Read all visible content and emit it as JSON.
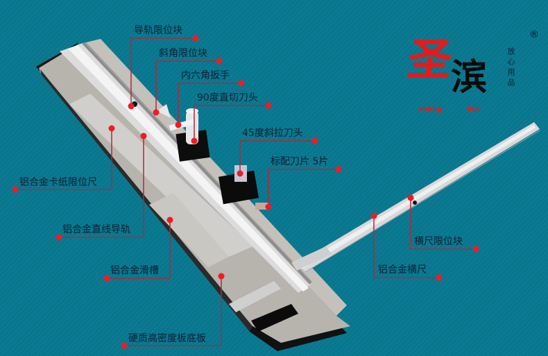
{
  "brand": {
    "name_char_1": "圣",
    "name_char_2": "滨",
    "pinyin_1": "sheng",
    "pinyin_2": "bin",
    "registered_mark": "®",
    "slogan_vertical": "放心用品",
    "colors": {
      "red": "#e8191a",
      "black": "#0a0a0a"
    }
  },
  "background": {
    "color": "#0a7b93"
  },
  "callouts": [
    {
      "id": "rail-stop-block",
      "label": "导轨限位块"
    },
    {
      "id": "bevel-stop-block",
      "label": "斜角限位块"
    },
    {
      "id": "hex-wrench",
      "label": "内六角扳手"
    },
    {
      "id": "straight-cutter-head",
      "label": "90度直切刀头"
    },
    {
      "id": "bevel-cutter-head",
      "label": "45度斜拉刀头"
    },
    {
      "id": "spare-blades",
      "label": "标配刀片 5片"
    },
    {
      "id": "paper-clamp-ruler",
      "label": "铝合金卡纸限位尺"
    },
    {
      "id": "linear-guide-rail",
      "label": "铝合金直线导轨"
    },
    {
      "id": "slide-channel",
      "label": "铝合金滑槽"
    },
    {
      "id": "base-board",
      "label": "硬质高密度板底板"
    },
    {
      "id": "cross-ruler-stop",
      "label": "横尺限位块"
    },
    {
      "id": "cross-ruler",
      "label": "铝合金横尺"
    }
  ],
  "accent": {
    "dot_color": "#ee1c24",
    "line_color": "#b0283a"
  }
}
